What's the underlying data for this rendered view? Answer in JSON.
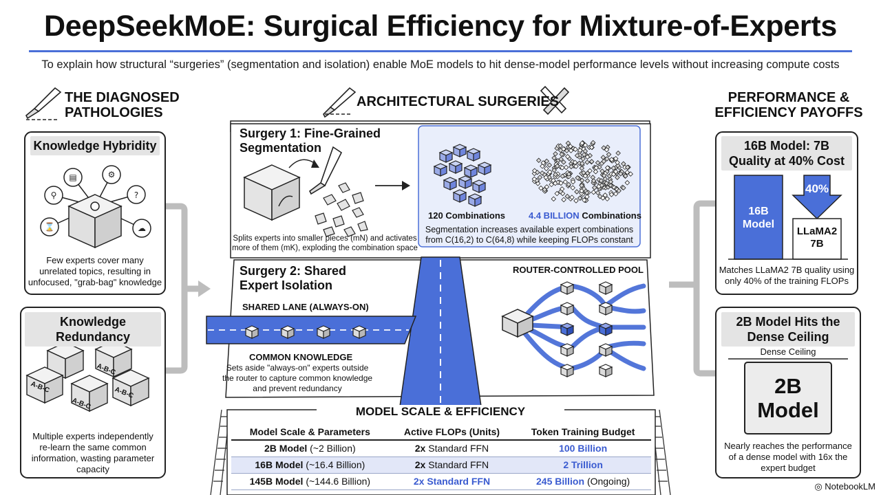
{
  "title": "DeepSeekMoE: Surgical Efficiency for Mixture-of-Experts",
  "subtitle": "To explain how structural “surgeries” (segmentation and isolation) enable MoE models to hit dense-model performance levels without increasing compute costs",
  "left": {
    "heading_line1": "THE DIAGNOSED",
    "heading_line2": "PATHOLOGIES",
    "hybridity": {
      "title": "Knowledge Hybridity",
      "caption": [
        "Few experts cover many",
        "unrelated topics, resulting in",
        "unfocused, \"grab-bag\" knowledge"
      ]
    },
    "redundancy": {
      "title": "Knowledge Redundancy",
      "cube_label": "A-B-C",
      "caption": [
        "Multiple experts independently",
        "re-learn the same common",
        "information, wasting parameter",
        "capacity"
      ]
    }
  },
  "center": {
    "heading": "ARCHITECTURAL SURGERIES",
    "surgery1": {
      "title_line1": "Surgery 1: Fine-Grained",
      "title_line2": "Segmentation",
      "caption": [
        "Splits experts into smaller pieces (mN) and activates",
        "more of them (mK), exploding the combination space"
      ],
      "combo_small_count": "120",
      "combo_small_word": "Combinations",
      "combo_large_count": "4.4 BILLION",
      "combo_large_word": "Combinations",
      "combo_caption": [
        "Segmentation increases available expert combinations",
        "from C(16,2) to C(64,8) while keeping FLOPs constant"
      ]
    },
    "surgery2": {
      "title_line1": "Surgery 2: Shared",
      "title_line2": "Expert Isolation",
      "shared_lane": "SHARED LANE (ALWAYS-ON)",
      "common_knowledge": "COMMON KNOWLEDGE",
      "caption": [
        "Sets aside \"always-on\" experts outside",
        "the router to capture common knowledge",
        "and prevent redundancy"
      ],
      "pool_label": "ROUTER-CONTROLLED POOL"
    }
  },
  "table": {
    "title": "MODEL SCALE & EFFICIENCY",
    "headers": [
      "Model Scale & Parameters",
      "Active FLOPs (Units)",
      "Token Training Budget"
    ],
    "rows": [
      {
        "model": "2B Model",
        "params": "(~2 Billion)",
        "flops_bold": "2x",
        "flops_rest": "Standard FFN",
        "budget": "100 Billion",
        "budget_note": ""
      },
      {
        "model": "16B Model",
        "params": "(~16.4 Billion)",
        "flops_bold": "2x",
        "flops_rest": "Standard FFN",
        "budget": "2 Trillion",
        "budget_note": ""
      },
      {
        "model": "145B Model",
        "params": "(~144.6 Billion)",
        "flops_bold": "2x",
        "flops_rest": "Standard FFN",
        "budget": "245 Billion",
        "budget_note": "(Ongoing)"
      }
    ]
  },
  "right": {
    "heading_line1": "PERFORMANCE &",
    "heading_line2": "EFFICIENCY PAYOFFS",
    "card1": {
      "title_line1": "16B Model: 7B",
      "title_line2": "Quality at 40% Cost",
      "bar_label_line1": "16B",
      "bar_label_line2": "Model",
      "arrow_label": "40%",
      "llama_line1": "LLaMA2",
      "llama_line2": "7B",
      "caption": [
        "Matches LLaMA2 7B quality using",
        "only 40% of the training FLOPs"
      ]
    },
    "card2": {
      "title_line1": "2B Model Hits the",
      "title_line2": "Dense Ceiling",
      "ceiling_label": "Dense Ceiling",
      "box_line1": "2B",
      "box_line2": "Model",
      "caption": [
        "Nearly reaches the performance",
        "of a dense model with 16x the",
        "expert budget"
      ]
    }
  },
  "brand": "NotebookLM",
  "colors": {
    "accent": "#4a6fd8",
    "accent_dark": "#3a5bd0",
    "panel_fill": "#e4e4e4",
    "light_blue": "#e8edfb"
  }
}
